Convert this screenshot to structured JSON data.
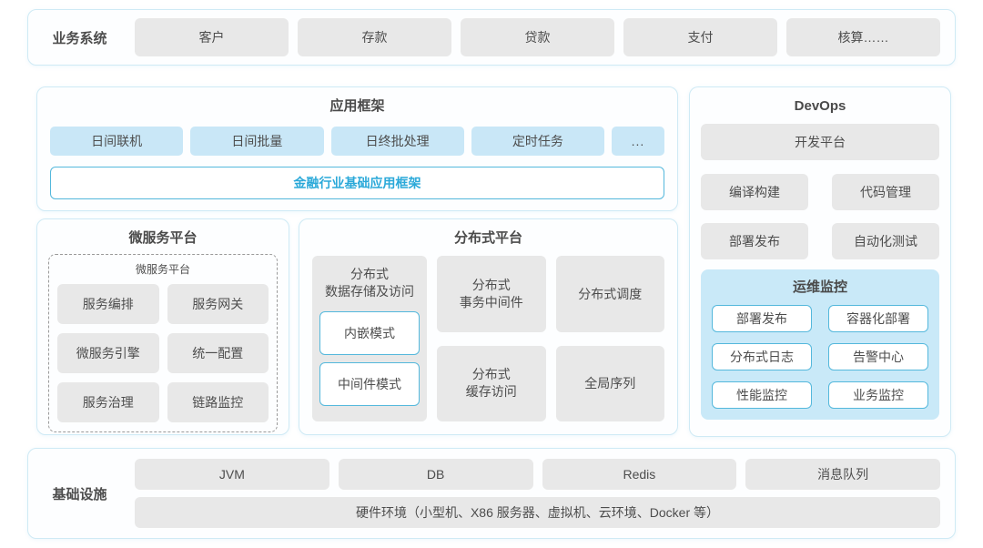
{
  "business_systems": {
    "label": "业务系统",
    "items": [
      "客户",
      "存款",
      "贷款",
      "支付",
      "核算……"
    ]
  },
  "app_framework": {
    "title": "应用框架",
    "items": [
      "日间联机",
      "日间批量",
      "日终批处理",
      "定时任务",
      "..."
    ],
    "base_framework": "金融行业基础应用框架"
  },
  "devops": {
    "title": "DevOps",
    "dev_platform": "开发平台",
    "tools": [
      "编译构建",
      "代码管理",
      "部署发布",
      "自动化测试"
    ],
    "ops_monitor": {
      "title": "运维监控",
      "items": [
        "部署发布",
        "容器化部署",
        "分布式日志",
        "告警中心",
        "性能监控",
        "业务监控"
      ]
    }
  },
  "microservice_platform": {
    "title": "微服务平台",
    "inner_title": "微服务平台",
    "items": [
      "服务编排",
      "服务网关",
      "微服务引擎",
      "统一配置",
      "服务治理",
      "链路监控"
    ]
  },
  "distributed_platform": {
    "title": "分布式平台",
    "storage": {
      "label": "分布式\n数据存储及访问",
      "modes": [
        "内嵌模式",
        "中间件模式"
      ]
    },
    "middle_column": [
      "分布式\n事务中间件",
      "分布式\n缓存访问"
    ],
    "right_column": [
      "分布式调度",
      "全局序列"
    ]
  },
  "infrastructure": {
    "label": "基础设施",
    "items": [
      "JVM",
      "DB",
      "Redis",
      "消息队列"
    ],
    "hardware": "硬件环境（小型机、X86 服务器、虚拟机、云环境、Docker 等）"
  },
  "colors": {
    "section_border": "#cfeaf5",
    "gray_box": "#e8e8e8",
    "blue_box": "#c9e7f7",
    "panel_blue": "#c9e9f8",
    "cyan_border": "#54b8dc",
    "cyan_text": "#2ba9d9",
    "text": "#4d4d4d"
  }
}
